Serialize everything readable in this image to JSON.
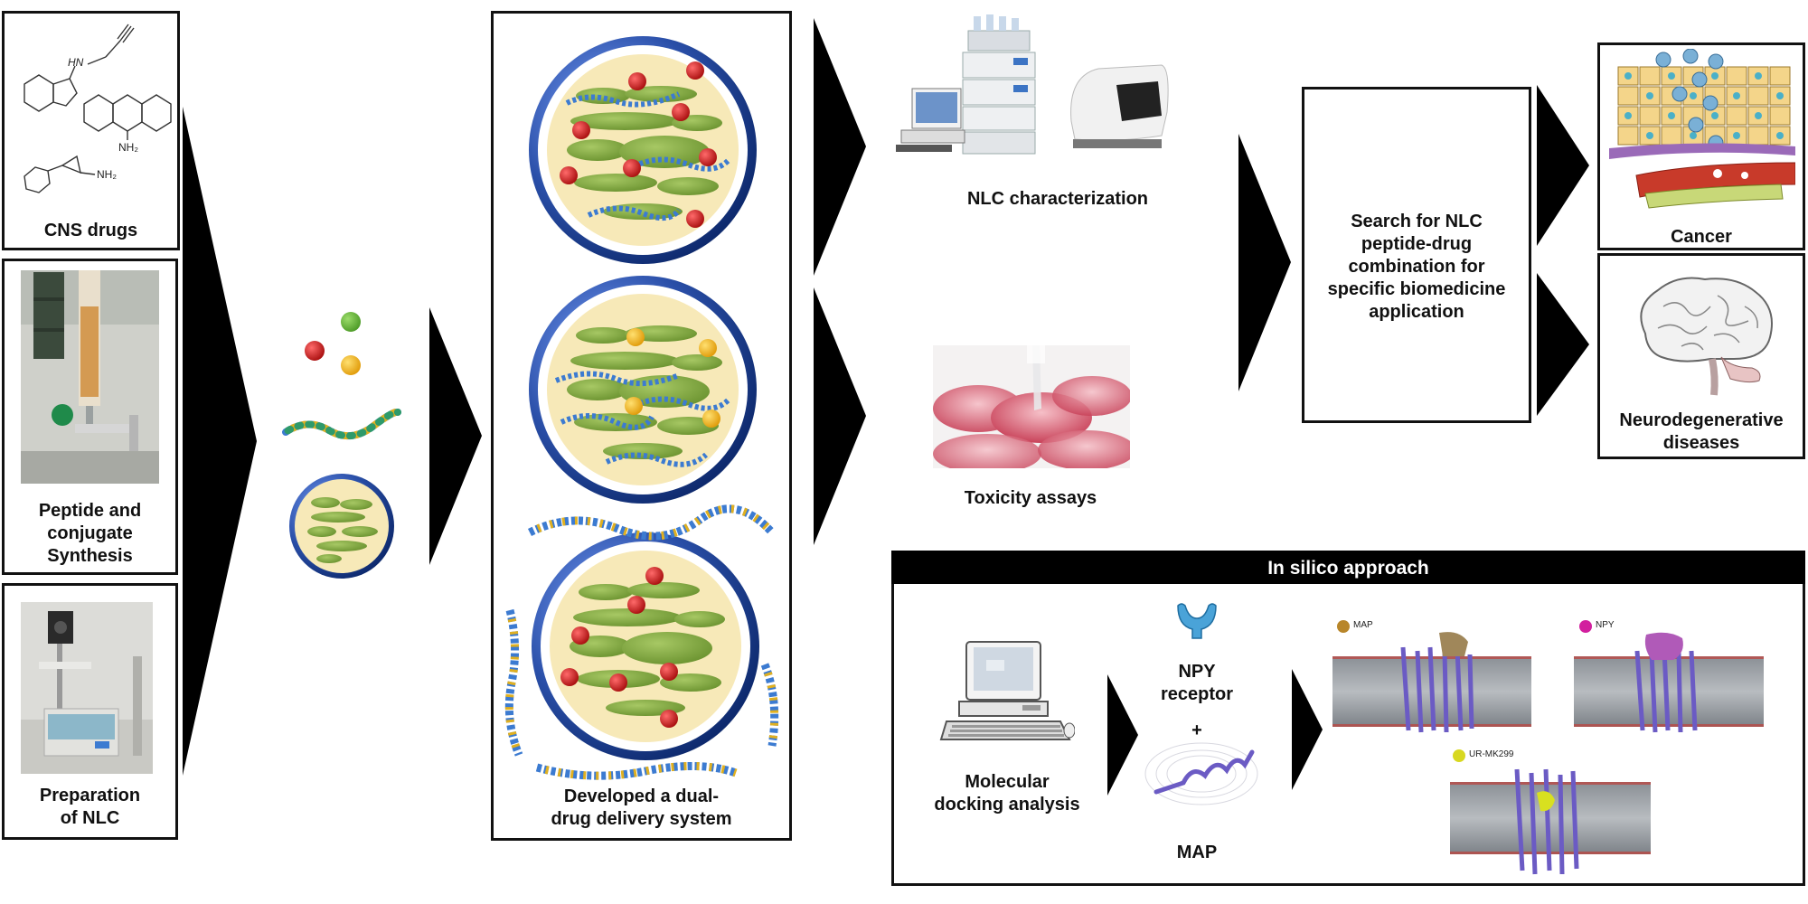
{
  "left_panel": {
    "cns_drugs": "CNS drugs",
    "nh2_1": "NH₂",
    "hn": "HN",
    "nh2_2": "NH₂",
    "peptide": [
      "Peptide and",
      "conjugate",
      "Synthesis"
    ],
    "nlc_prep": [
      "Preparation",
      "of NLC"
    ]
  },
  "center_panel": {
    "caption": [
      "Developed a dual-",
      "drug delivery system"
    ]
  },
  "assays": {
    "characterization": "NLC characterization",
    "toxicity": "Toxicity assays"
  },
  "search_box": {
    "lines": [
      "Search for NLC",
      "peptide-drug",
      "combination for",
      "specific biomedicine",
      "application"
    ]
  },
  "outcomes": {
    "cancer": "Cancer",
    "neuro": [
      "Neurodegenerative",
      "diseases"
    ]
  },
  "in_silico": {
    "header": "In silico approach",
    "docking": [
      "Molecular",
      "docking analysis"
    ],
    "receptor": [
      "NPY",
      "receptor"
    ],
    "plus": "+",
    "map": "MAP",
    "legend_map": "MAP",
    "legend_npy": "NPY",
    "legend_ur": "UR-MK299"
  },
  "colors": {
    "lipid_blue": "#2a4fa8",
    "core_yellow": "#f7e9b8",
    "oil_green": "#7ea33e",
    "drug_red": "#c81818",
    "drug_yellow": "#f3b81a",
    "helix_purple": "#6b5bc4"
  }
}
